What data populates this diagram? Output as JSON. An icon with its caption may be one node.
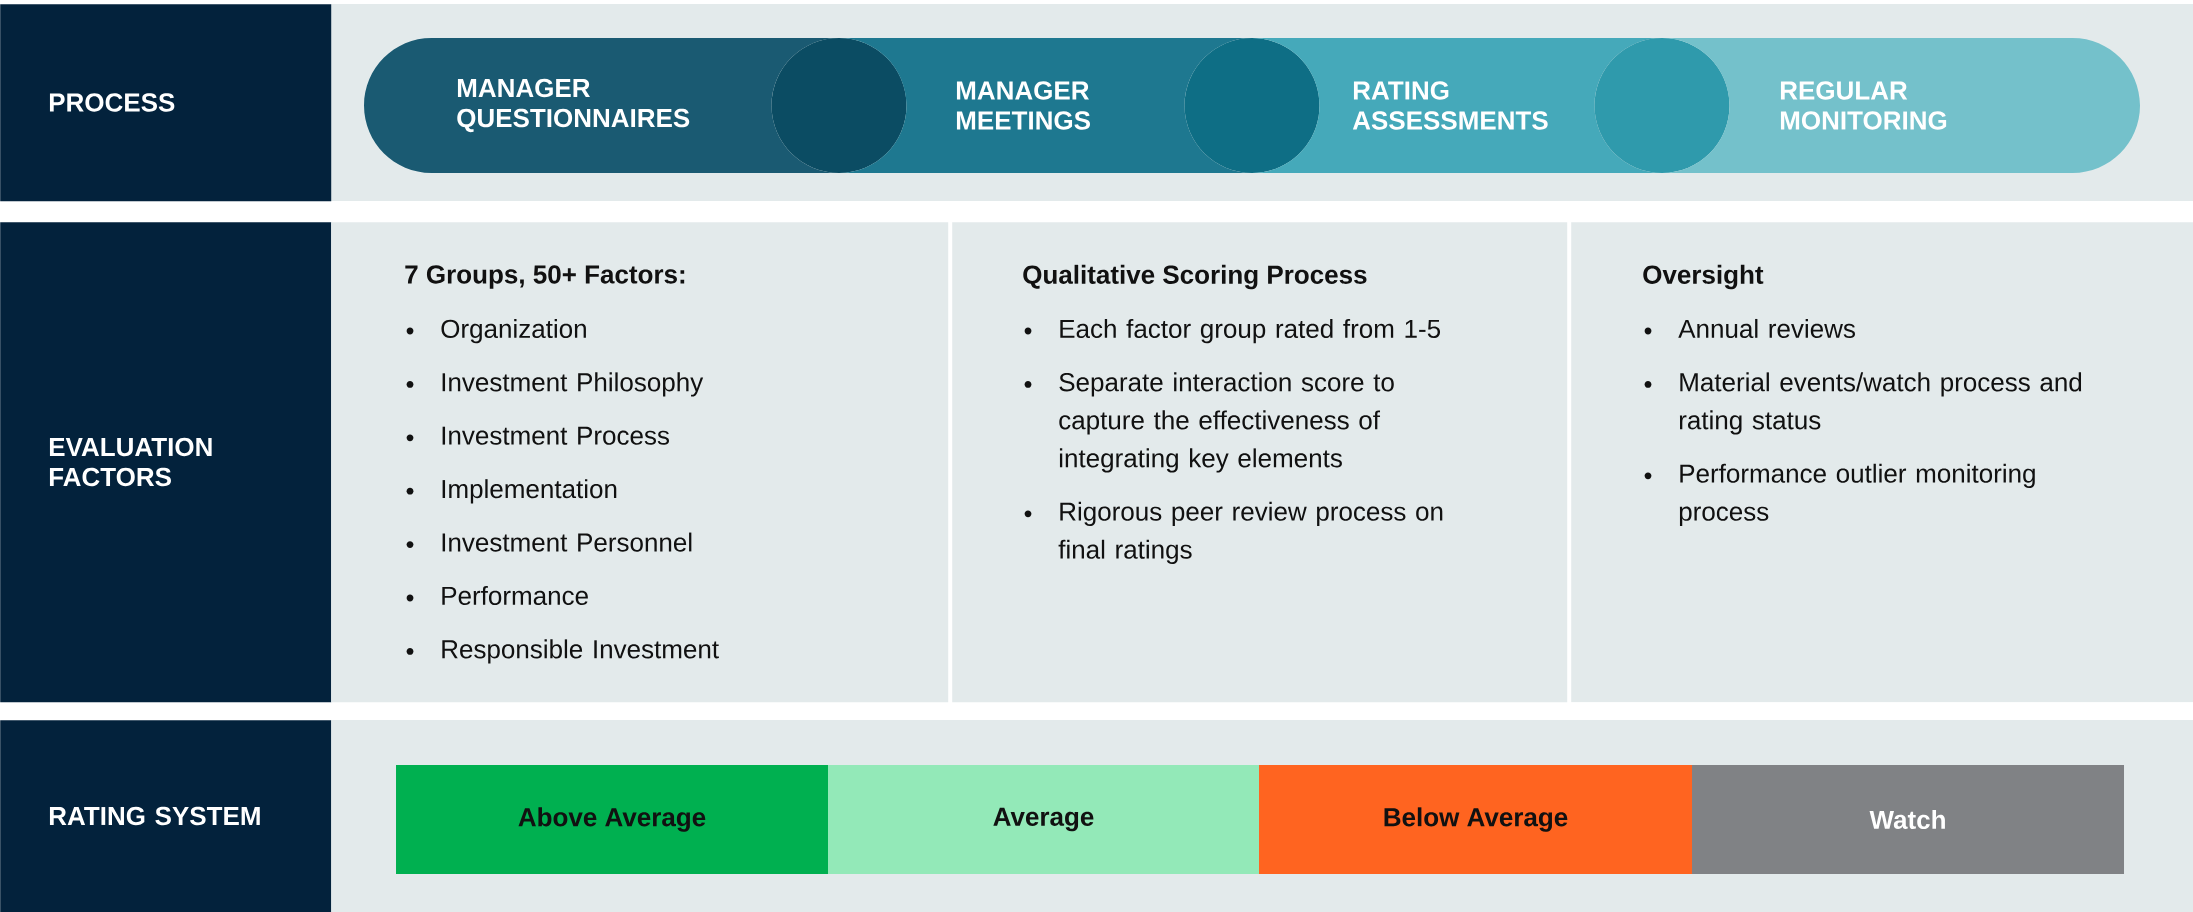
{
  "diagram": {
    "nodes": [
      {
        "text": [
          "PROCESS"
        ]
      },
      {
        "text": [
          "MANAGER QUESTIONNAIRES"
        ]
      },
      {
        "text": [],
        "shape": "circle"
      },
      {
        "text": [
          "MANAGER MEETINGS"
        ]
      },
      {
        "text": [],
        "shape": "circle"
      },
      {
        "text": [
          "RATING ASSESSMENTS"
        ]
      },
      {
        "text": [],
        "shape": "circle"
      },
      {
        "text": [
          "REGULAR MONITORING"
        ]
      },
      {
        "text": [
          "EVALUATION FACTORS"
        ]
      },
      {
        "text": [
          "7 Groups, 50+ Factors:",
          "Organization",
          "Investment Philosophy",
          "Investment Process",
          "Implementation",
          "Investment Personnel",
          "Performance",
          "Responsible Investment"
        ]
      },
      {
        "text": [
          "Qualitative Scoring Process",
          "Each factor group rated from 1-5",
          "Separate interaction score to capture the effectiveness of integrating key elements",
          "Rigorous peer review process on final ratings"
        ]
      },
      {
        "text": [
          "Oversight",
          "Annual reviews",
          "Material events/watch process and rating status",
          "Performance outlier monitoring process"
        ]
      },
      {
        "text": [
          "RATING SYSTEM"
        ]
      },
      {
        "text": [
          "Above Average"
        ]
      },
      {
        "text": [
          "Average"
        ]
      },
      {
        "text": [
          "Below Average"
        ]
      },
      {
        "text": [
          "Watch"
        ]
      }
    ]
  }
}
